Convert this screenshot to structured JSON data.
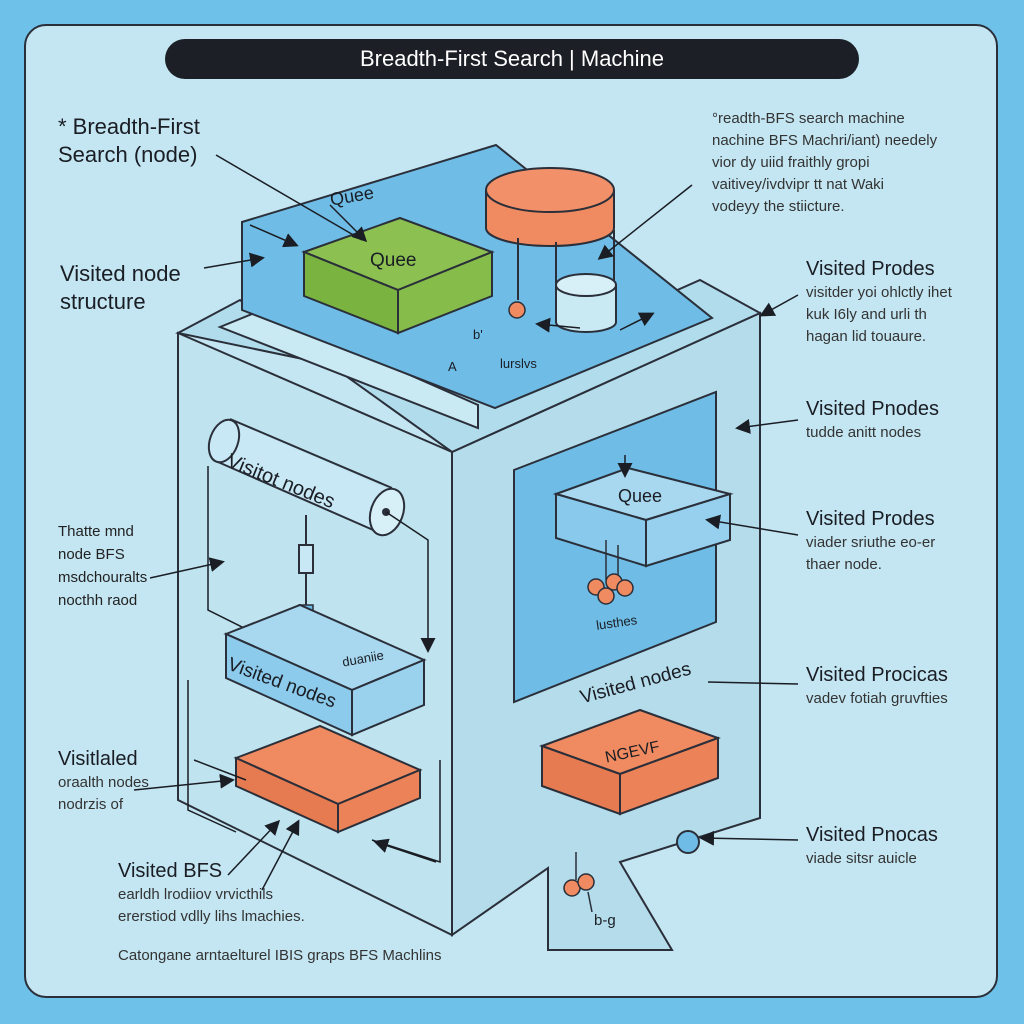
{
  "title": "Breadth-First Search | Machine",
  "colors": {
    "background": "#6ec1e8",
    "panel": "#c3e6f2",
    "queue_green": "#8cc152",
    "accent_orange": "#f08a60",
    "blue_face": "#6fbde6",
    "outline": "#2a2f3a"
  },
  "left_labels": {
    "top_title": "* Breadth-First\nSearch (node)",
    "visited_structure": "Visited node\nstructure",
    "side_note": "Thatte mnd\nnode BFS\nmsdchouralts\nnocthh raod",
    "visitaled_head": "Visitlaled",
    "visitaled_sub": "oraalth nodes\nnodrzis of",
    "visited_bfs_head": "Visited BFS",
    "visited_bfs_sub": "earldh lrodiiov vrvicthils\nererstiod vdlly lihs lmachies.",
    "footer": "Catongane arntaelturel IBIS graps BFS Machlins"
  },
  "right_labels": {
    "top_note": "°readth-BFS search machine\nnachine BFS Machri/iant) needely\nvior dy uiid fraithly gropi\nvaitivey/ivdvipr tt nat Waki\nvodeyy the stiicture.",
    "item1_head": "Visited Prodes",
    "item1_sub": "visitder yoi ohlctly ihet\nkuk I6ly and urli th\nhagan lid touaure.",
    "item2_head": "Visited Pnodes",
    "item2_sub": "tudde anitt nodes",
    "item3_head": "Visited Prodes",
    "item3_sub": "viader sriuthe eo-er\nthaer node.",
    "item4_head": "Visited Procicas",
    "item4_sub": "vadev fotiah gruvfties",
    "item5_head": "Visited Pnocas",
    "item5_sub": "viade sitsr auicle"
  },
  "diagram_text": {
    "queue_top_label": "Quee",
    "queue_green_box": "Quee",
    "top_small_b": "b'",
    "top_small_a": "A",
    "top_small_word": "lurslvs",
    "cylinder_label": "Visitot nodes",
    "visited_box": "Visited nodes",
    "arrow_word": "duaniie",
    "right_queue": "Quee",
    "right_small_word": "lusthes",
    "right_visited": "Visited nodes",
    "orange_box_right": "NGEVF",
    "bottom_tag": "b-g"
  }
}
